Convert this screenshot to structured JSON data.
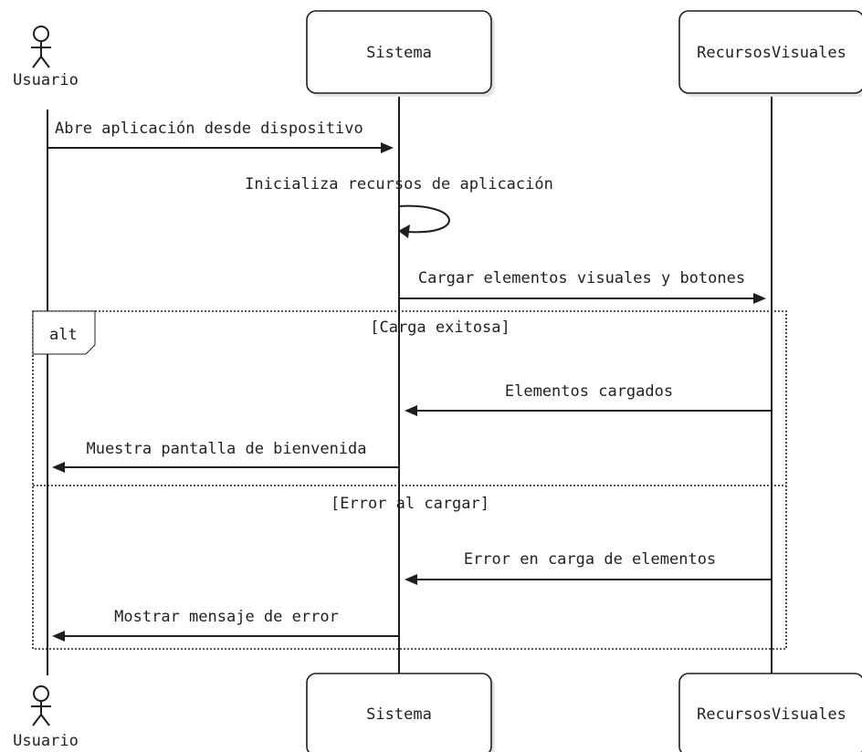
{
  "participants": {
    "usuario": "Usuario",
    "sistema": "Sistema",
    "recursos": "RecursosVisuales"
  },
  "messages": [
    "Abre aplicación desde dispositivo",
    "Inicializa recursos de aplicación",
    "Cargar elementos visuales y botones",
    "Elementos cargados",
    "Muestra pantalla de bienvenida",
    "Error en carga de elementos",
    "Mostrar mensaje de error"
  ],
  "fragment": {
    "operator": "alt",
    "guards": [
      "[Carga exitosa]",
      "[Error al cargar]"
    ]
  }
}
